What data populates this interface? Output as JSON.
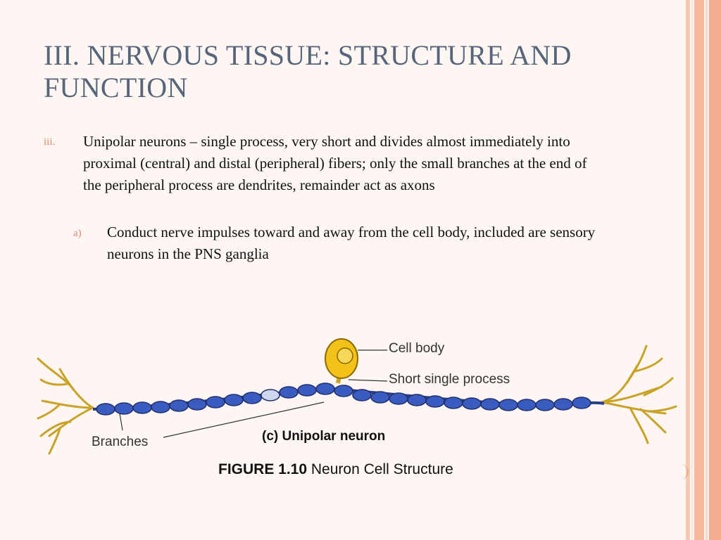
{
  "slide": {
    "title": "III. NERVOUS TISSUE: STRUCTURE AND FUNCTION",
    "bullets": [
      {
        "marker": "iii.",
        "text": "Unipolar neurons – single process, very short and divides almost immediately into proximal (central) and distal (peripheral) fibers; only the small branches at the end of the peripheral process are dendrites, remainder act as axons"
      },
      {
        "marker": "a)",
        "text": "Conduct nerve impulses toward and away from the cell body, included are sensory neurons in the PNS ganglia"
      }
    ]
  },
  "figure": {
    "labels": {
      "cell_body": "Cell body",
      "short_process": "Short single process",
      "branches": "Branches",
      "subtitle": "(c) Unipolar neuron"
    },
    "caption_bold": "FIGURE 1.10",
    "caption_rest": " Neuron Cell Structure"
  },
  "colors": {
    "title": "#56657a",
    "accent": "#e0866b",
    "myelin": "#3a5bbf",
    "cell_body": "#f2c21a",
    "branch": "#c9a227"
  }
}
